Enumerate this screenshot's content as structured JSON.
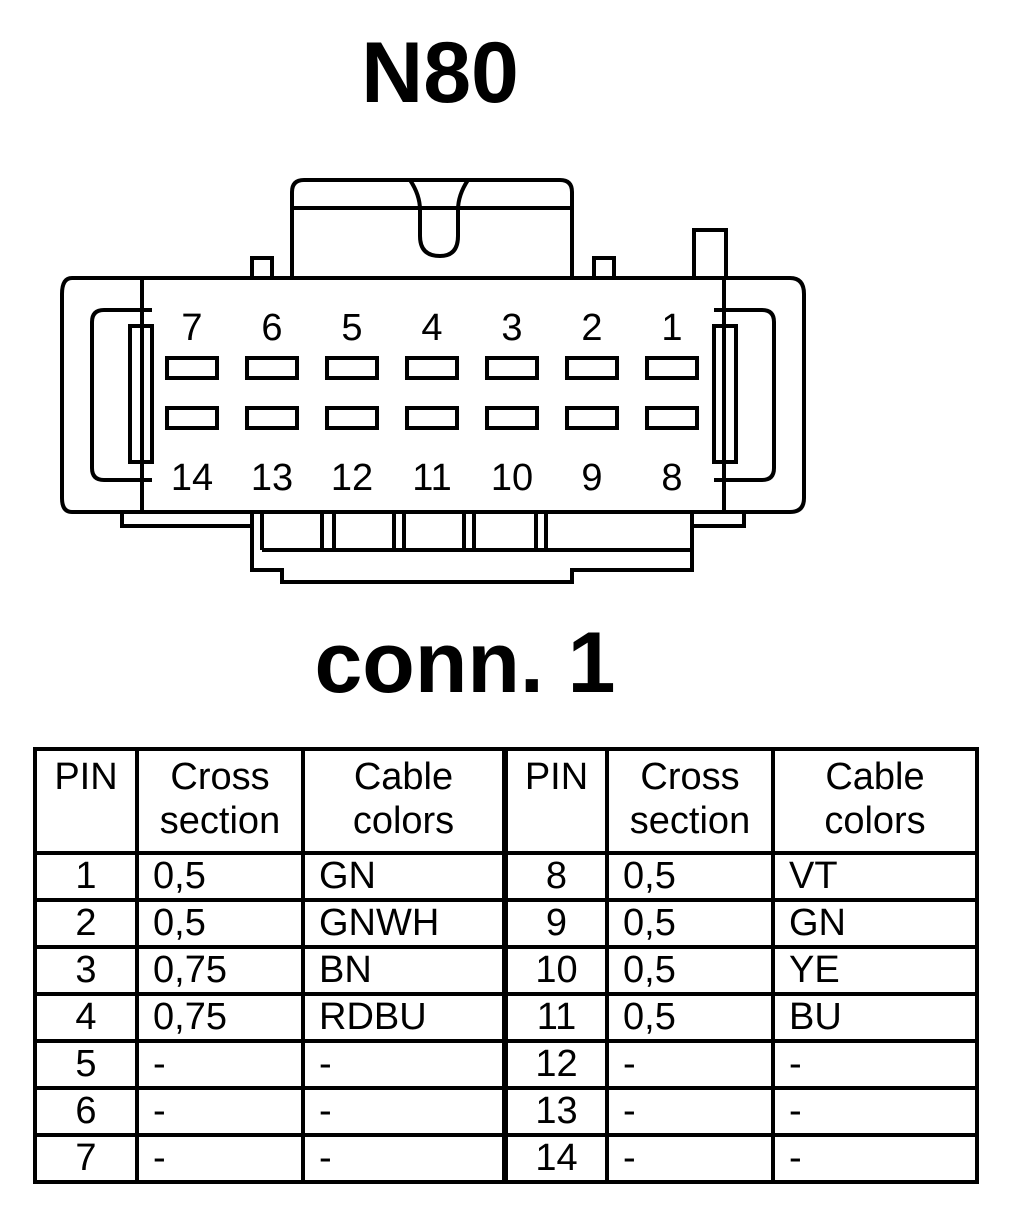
{
  "title": "N80",
  "connector_label": "conn. 1",
  "top_row_pins": [
    "7",
    "6",
    "5",
    "4",
    "3",
    "2",
    "1"
  ],
  "bottom_row_pins": [
    "14",
    "13",
    "12",
    "11",
    "10",
    "9",
    "8"
  ],
  "table": {
    "headers": {
      "pin": "PIN",
      "cross_section": [
        "Cross",
        "section"
      ],
      "cable_colors": [
        "Cable",
        "colors"
      ]
    },
    "rows": [
      {
        "left": {
          "pin": "1",
          "cross": "0,5",
          "color": "GN"
        },
        "right": {
          "pin": "8",
          "cross": "0,5",
          "color": "VT"
        }
      },
      {
        "left": {
          "pin": "2",
          "cross": "0,5",
          "color": "GNWH"
        },
        "right": {
          "pin": "9",
          "cross": "0,5",
          "color": "GN"
        }
      },
      {
        "left": {
          "pin": "3",
          "cross": "0,75",
          "color": "BN"
        },
        "right": {
          "pin": "10",
          "cross": "0,5",
          "color": "YE"
        }
      },
      {
        "left": {
          "pin": "4",
          "cross": "0,75",
          "color": "RDBU"
        },
        "right": {
          "pin": "11",
          "cross": "0,5",
          "color": "BU"
        }
      },
      {
        "left": {
          "pin": "5",
          "cross": "-",
          "color": "-"
        },
        "right": {
          "pin": "12",
          "cross": "-",
          "color": "-"
        }
      },
      {
        "left": {
          "pin": "6",
          "cross": "-",
          "color": "-"
        },
        "right": {
          "pin": "13",
          "cross": "-",
          "color": "-"
        }
      },
      {
        "left": {
          "pin": "7",
          "cross": "-",
          "color": "-"
        },
        "right": {
          "pin": "14",
          "cross": "-",
          "color": "-"
        }
      }
    ]
  }
}
